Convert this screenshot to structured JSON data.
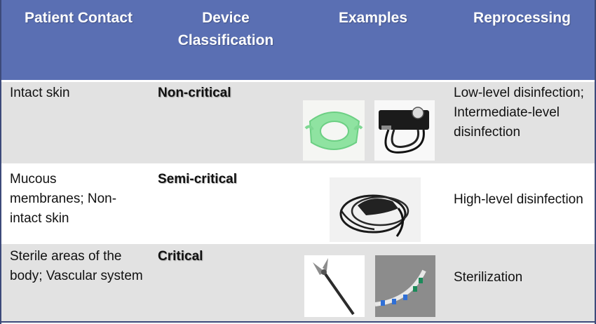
{
  "header": {
    "col1": "Patient Contact",
    "col2": "Device Classification",
    "col3": "Examples",
    "col4": "Reprocessing"
  },
  "rows": [
    {
      "contact": "Intact skin",
      "classification": "Non-critical",
      "reprocessing_1": "Low-level disinfection;",
      "reprocessing_2": "Intermediate-level disinfection",
      "examples": [
        "green-face-shield-image",
        "blood-pressure-cuff-image"
      ]
    },
    {
      "contact": "Mucous membranes; Non-intact skin",
      "classification": "Semi-critical",
      "reprocessing_1": "High-level disinfection",
      "examples": [
        "endoscope-image"
      ]
    },
    {
      "contact": "Sterile areas of the body; Vascular system",
      "classification": "Critical",
      "reprocessing_1": "Sterilization",
      "examples": [
        "surgical-forceps-image",
        "catheter-guidewire-image"
      ]
    }
  ],
  "colors": {
    "header_bg": "#5a6fb3",
    "row_gray": "#e2e2e2",
    "row_white": "#ffffff",
    "border": "#3d4a7a"
  }
}
